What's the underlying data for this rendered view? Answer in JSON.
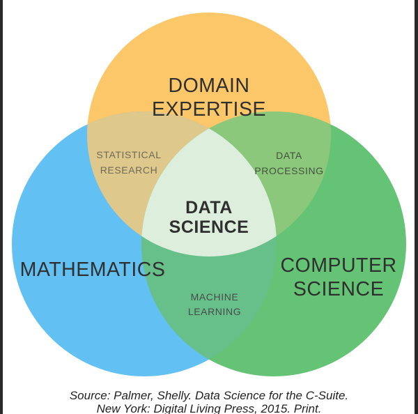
{
  "colors": {
    "domain_circle": "#FBC768",
    "math_circle": "#63C0F2",
    "cs_circle": "#64C374",
    "domain_math_overlap": "#DFC88C",
    "domain_cs_overlap": "#8BC87B",
    "math_cs_overlap": "#67C089",
    "center_overlap": "#DDEFDC",
    "heading_text": "#2F2F2F",
    "citation_text": "#222222"
  },
  "venn": {
    "sets": [
      {
        "name": "Domain Expertise",
        "lines": [
          "DOMAIN",
          "EXPERTISE"
        ]
      },
      {
        "name": "Mathematics",
        "lines": [
          "MATHEMATICS"
        ]
      },
      {
        "name": "Computer Science",
        "lines": [
          "COMPUTER",
          "SCIENCE"
        ]
      }
    ],
    "overlaps": [
      {
        "name": "Statistical Research",
        "lines": [
          "STATISTICAL",
          "RESEARCH"
        ],
        "text_color": "#6E6A58"
      },
      {
        "name": "Data Processing",
        "lines": [
          "DATA",
          "PROCESSING"
        ],
        "text_color": "#45503F"
      },
      {
        "name": "Machine Learning",
        "lines": [
          "MACHINE",
          "LEARNING"
        ],
        "text_color": "#4A4A4A"
      },
      {
        "name": "Data Science",
        "lines": [
          "DATA",
          "SCIENCE"
        ],
        "text_color": "#2F2F2F"
      }
    ]
  },
  "citation": {
    "line1": "Source: Palmer, Shelly. Data Science for the C-Suite.",
    "line2": "New York: Digital Living Press, 2015. Print."
  }
}
